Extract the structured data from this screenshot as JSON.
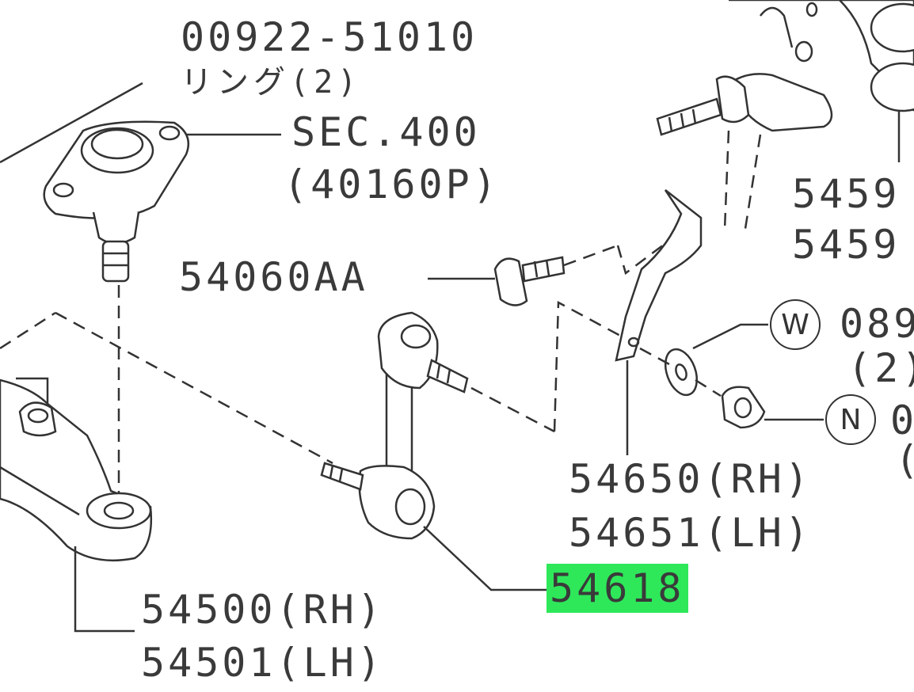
{
  "labels": {
    "ring_part_no": "00922-51010",
    "ring_name": "リング(2)",
    "sec_ref": "SEC.400",
    "sec_sub": "(40160P)",
    "bolt": "54060AA",
    "bracket_rh": "54650(RH)",
    "bracket_lh": "54651(LH)",
    "stabilizer_link": "54618",
    "arm_rh": "54500(RH)",
    "arm_lh": "54501(LH)",
    "knuckle_a": "5459",
    "knuckle_b": "5459",
    "washer_no": "089",
    "washer_qty": "(2)",
    "nut_no": "0",
    "nut_sub": "("
  },
  "callouts": {
    "washer": "W",
    "nut": "N"
  },
  "colors": {
    "highlight": "#2ee85a",
    "ink": "#333333"
  }
}
